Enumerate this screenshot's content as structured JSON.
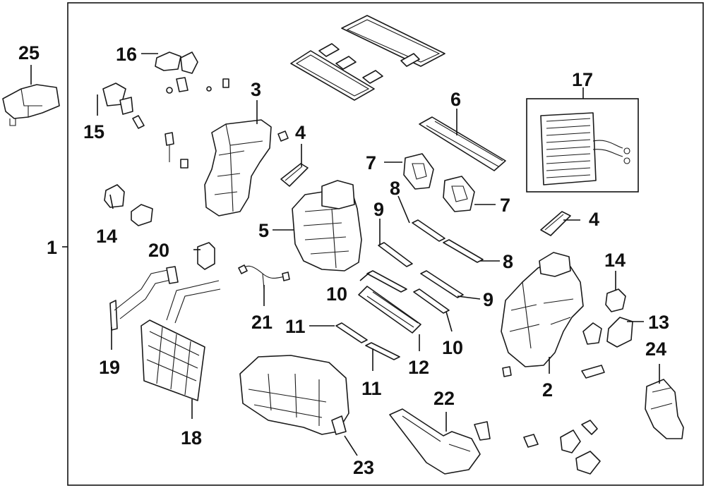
{
  "diagram": {
    "callouts": [
      {
        "id": "c1",
        "text": "1"
      },
      {
        "id": "c2",
        "text": "2"
      },
      {
        "id": "c3",
        "text": "3"
      },
      {
        "id": "c4a",
        "text": "4"
      },
      {
        "id": "c4b",
        "text": "4"
      },
      {
        "id": "c5",
        "text": "5"
      },
      {
        "id": "c6",
        "text": "6"
      },
      {
        "id": "c7a",
        "text": "7"
      },
      {
        "id": "c7b",
        "text": "7"
      },
      {
        "id": "c8a",
        "text": "8"
      },
      {
        "id": "c8b",
        "text": "8"
      },
      {
        "id": "c9a",
        "text": "9"
      },
      {
        "id": "c9b",
        "text": "9"
      },
      {
        "id": "c10a",
        "text": "10"
      },
      {
        "id": "c10b",
        "text": "10"
      },
      {
        "id": "c11a",
        "text": "11"
      },
      {
        "id": "c11b",
        "text": "11"
      },
      {
        "id": "c12",
        "text": "12"
      },
      {
        "id": "c13",
        "text": "13"
      },
      {
        "id": "c14a",
        "text": "14"
      },
      {
        "id": "c14b",
        "text": "14"
      },
      {
        "id": "c15",
        "text": "15"
      },
      {
        "id": "c16",
        "text": "16"
      },
      {
        "id": "c17",
        "text": "17"
      },
      {
        "id": "c18",
        "text": "18"
      },
      {
        "id": "c19",
        "text": "19"
      },
      {
        "id": "c20",
        "text": "20"
      },
      {
        "id": "c21",
        "text": "21"
      },
      {
        "id": "c22",
        "text": "22"
      },
      {
        "id": "c23",
        "text": "23"
      },
      {
        "id": "c24",
        "text": "24"
      },
      {
        "id": "c25",
        "text": "25"
      }
    ]
  }
}
